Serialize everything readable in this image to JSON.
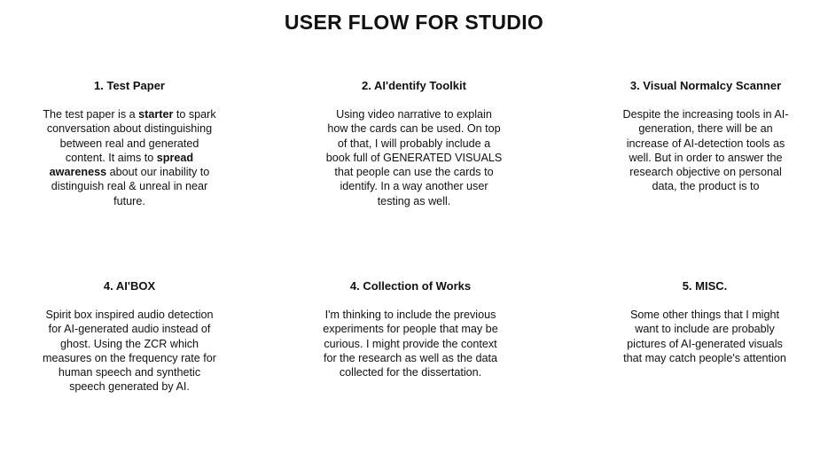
{
  "title": "USER FLOW FOR STUDIO",
  "cards": [
    {
      "heading": "1. Test Paper",
      "lines": [
        [
          {
            "text": "The test paper is a "
          },
          {
            "text": "starter",
            "bold": true
          },
          {
            "text": " to spark"
          }
        ],
        [
          {
            "text": "conversation about distinguishing"
          }
        ],
        [
          {
            "text": "between real and generated"
          }
        ],
        [
          {
            "text": "content. It aims to "
          },
          {
            "text": "spread",
            "bold": true
          }
        ],
        [
          {
            "text": "awareness",
            "bold": true
          },
          {
            "text": " about our inability to"
          }
        ],
        [
          {
            "text": "distinguish real & unreal in near"
          }
        ],
        [
          {
            "text": "future."
          }
        ]
      ]
    },
    {
      "heading": "2. AI'dentify Toolkit",
      "lines": [
        [
          {
            "text": "Using video narrative to explain"
          }
        ],
        [
          {
            "text": "how the cards can be used. On top"
          }
        ],
        [
          {
            "text": "of that, I will probably include a"
          }
        ],
        [
          {
            "text": "book full of GENERATED VISUALS"
          }
        ],
        [
          {
            "text": "that people can use the cards to"
          }
        ],
        [
          {
            "text": "identify. In a way another user"
          }
        ],
        [
          {
            "text": "testing as well."
          }
        ]
      ]
    },
    {
      "heading": "3. Visual Normalcy Scanner",
      "lines": [
        [
          {
            "text": "Despite the increasing tools in AI-"
          }
        ],
        [
          {
            "text": "generation, there will be an"
          }
        ],
        [
          {
            "text": "increase of AI-detection tools as"
          }
        ],
        [
          {
            "text": "well. But in order to answer the"
          }
        ],
        [
          {
            "text": "research objective on personal"
          }
        ],
        [
          {
            "text": "data, the product is to"
          }
        ]
      ]
    },
    {
      "heading": "4. AI'BOX",
      "lines": [
        [
          {
            "text": "Spirit box inspired audio detection"
          }
        ],
        [
          {
            "text": "for AI-generated audio instead of"
          }
        ],
        [
          {
            "text": "ghost. Using the ZCR which"
          }
        ],
        [
          {
            "text": "measures on the frequency rate for"
          }
        ],
        [
          {
            "text": "human speech and synthetic"
          }
        ],
        [
          {
            "text": "speech generated by AI."
          }
        ]
      ]
    },
    {
      "heading": "4. Collection of Works",
      "lines": [
        [
          {
            "text": "I'm thinking to include the previous"
          }
        ],
        [
          {
            "text": "experiments for people that may be"
          }
        ],
        [
          {
            "text": "curious. I might provide the context"
          }
        ],
        [
          {
            "text": "for the research as well as the data"
          }
        ],
        [
          {
            "text": "collected for the dissertation."
          }
        ]
      ]
    },
    {
      "heading": "5.  MISC.",
      "lines": [
        [
          {
            "text": "Some other things that I might"
          }
        ],
        [
          {
            "text": "want to include are probably"
          }
        ],
        [
          {
            "text": "pictures of AI-generated visuals"
          }
        ],
        [
          {
            "text": "that may catch people's attention"
          }
        ]
      ]
    }
  ]
}
